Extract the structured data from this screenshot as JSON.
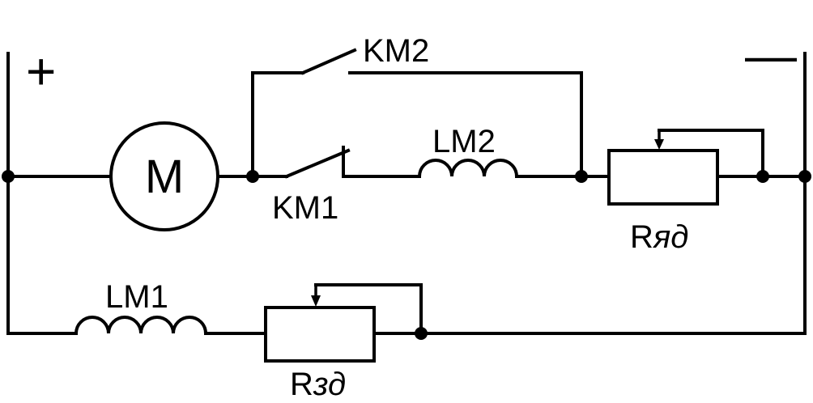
{
  "diagram": {
    "plus_sign": "+",
    "minus_sign": "—",
    "motor_label": "M",
    "labels": {
      "km2": "KM2",
      "km1": "KM1",
      "lm2": "LM2",
      "lm1": "LM1",
      "r_ya_prefix": "R",
      "r_ya_suffix": "яд",
      "r_z_prefix": "R",
      "r_z_suffix": "зд"
    }
  }
}
